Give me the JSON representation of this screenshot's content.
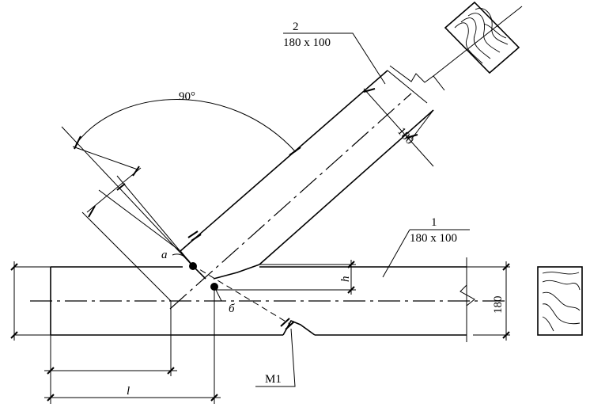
{
  "members": {
    "brace": {
      "number": "2",
      "section": "180 x 100"
    },
    "chord": {
      "number": "1",
      "section": "180 x 100"
    }
  },
  "dimensions": {
    "angle": "90°",
    "brace_width": "180",
    "chord_height": "180",
    "notch_depth": "h",
    "length": "l"
  },
  "points": {
    "a": "a",
    "b": "б"
  },
  "connector": {
    "label": "M1"
  }
}
